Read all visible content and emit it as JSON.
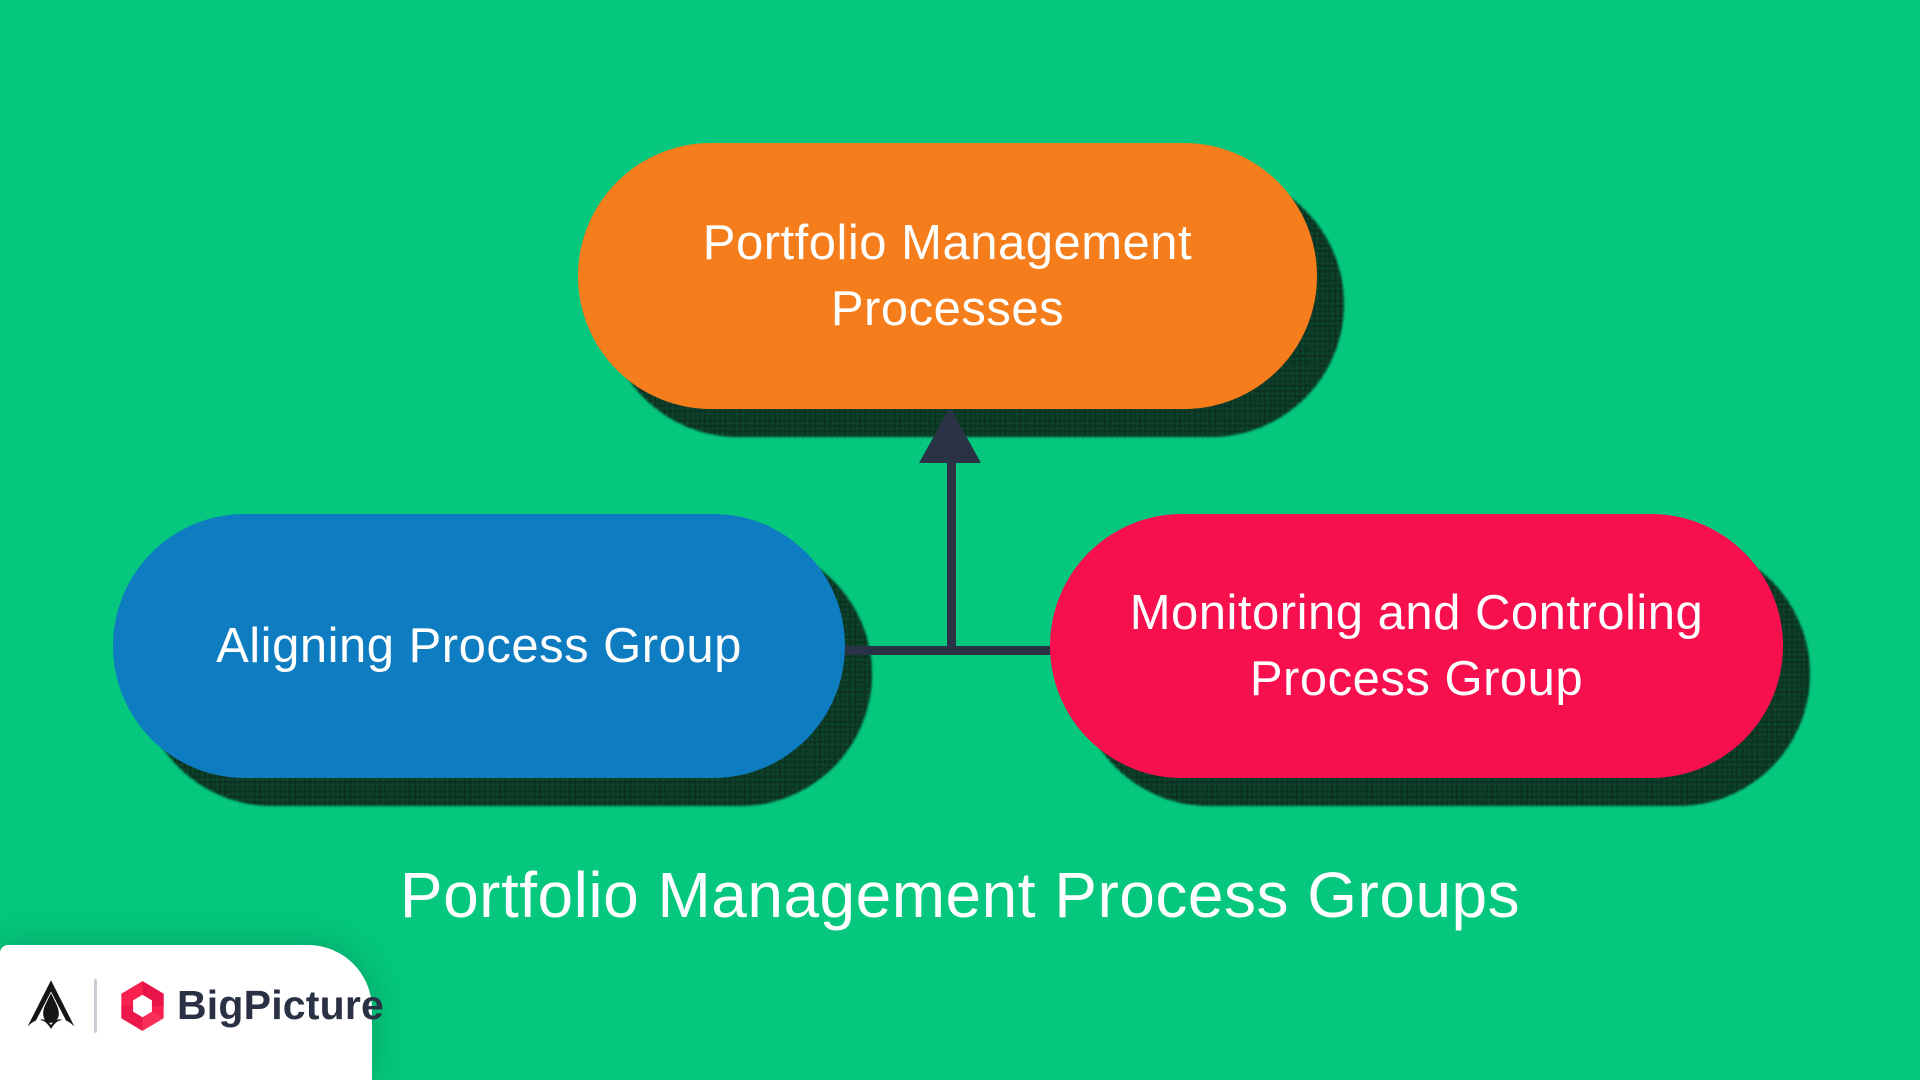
{
  "canvas": {
    "background_color": "#05c77d"
  },
  "diagram": {
    "title": "Portfolio Management Process Groups",
    "title_color": "#ffffff",
    "text_color": "#ffffff",
    "connector_color": "#2a3345",
    "shadow_color": "#0d2c1e",
    "nodes": [
      {
        "id": "top",
        "label": "Portfolio Management Processes",
        "color": "#f57d1b"
      },
      {
        "id": "left",
        "label": "Aligning Process Group",
        "color": "#0e7cc1"
      },
      {
        "id": "right",
        "label": "Monitoring and Controling Process Group",
        "color": "#f8104e"
      }
    ],
    "arrow": {
      "from": "junction of Aligning and Monitoring groups",
      "to": "Portfolio Management Processes",
      "direction": "up"
    }
  },
  "footer": {
    "badge_background": "#ffffff",
    "wordmark": "BigPicture",
    "wordmark_color": "#2b3144",
    "appfire_logo_color": "#151515",
    "hexagon_color": "#f8204e",
    "hexagon_dark_color": "#d90d44",
    "divider_color": "#c9ced6"
  }
}
